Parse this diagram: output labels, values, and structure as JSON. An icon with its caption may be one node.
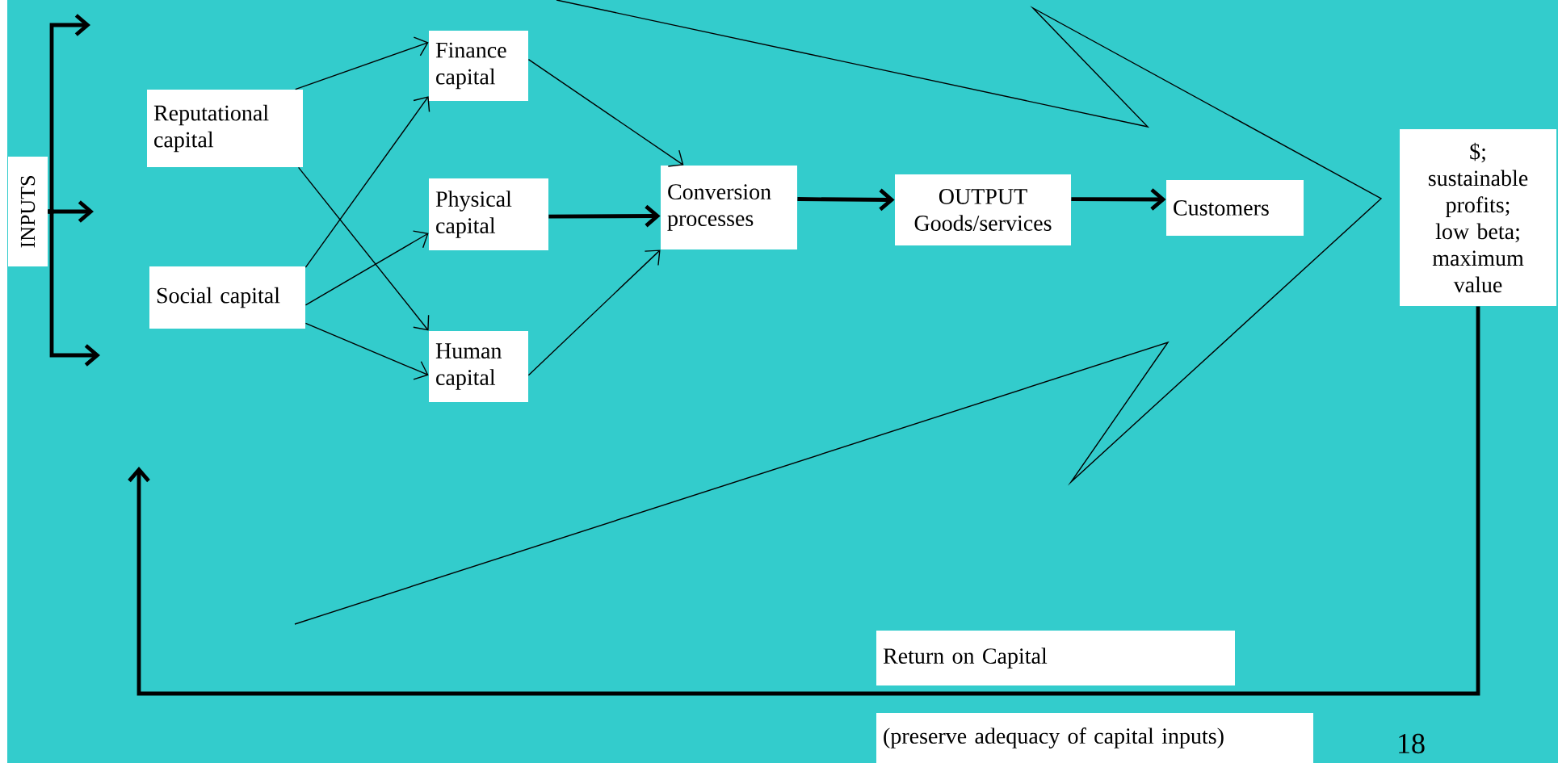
{
  "diagram": {
    "nodes": [
      {
        "text": [
          "INPUTS"
        ]
      },
      {
        "text": [
          "Reputational capital"
        ]
      },
      {
        "text": [
          "Social capital"
        ]
      },
      {
        "text": [
          "Finance capital"
        ]
      },
      {
        "text": [
          "Physical capital"
        ]
      },
      {
        "text": [
          "Human capital"
        ]
      },
      {
        "text": [
          "Conversion processes"
        ]
      },
      {
        "text": [
          "OUTPUT Goods/services"
        ]
      },
      {
        "text": [
          "Customers"
        ]
      },
      {
        "text": [
          "$; sustainable profits; low beta; maximum value"
        ]
      },
      {
        "text": [
          "Return on Capital"
        ]
      },
      {
        "text": [
          "(preserve adequacy of capital inputs)"
        ]
      }
    ],
    "edges": [
      {
        "from": 1,
        "to": 3,
        "arrow": "to"
      },
      {
        "from": 1,
        "to": 5,
        "arrow": "to"
      },
      {
        "from": 2,
        "to": 3,
        "arrow": "to"
      },
      {
        "from": 2,
        "to": 4,
        "arrow": "to"
      },
      {
        "from": 2,
        "to": 5,
        "arrow": "to"
      },
      {
        "from": 3,
        "to": 6,
        "arrow": "to"
      },
      {
        "from": 4,
        "to": 6,
        "arrow": "to",
        "style": "thick"
      },
      {
        "from": 5,
        "to": 6,
        "arrow": "to"
      },
      {
        "from": 6,
        "to": 7,
        "arrow": "to",
        "style": "thick"
      },
      {
        "from": 7,
        "to": 8,
        "arrow": "to",
        "style": "thick"
      },
      {
        "from": 0,
        "to": null,
        "arrow": "to",
        "style": "thick"
      },
      {
        "from": 0,
        "to": null,
        "arrow": "to",
        "style": "thick"
      },
      {
        "from": 0,
        "to": null,
        "arrow": "to",
        "style": "thick"
      },
      {
        "from": 9,
        "to": null,
        "arrow": "to",
        "style": "thick"
      }
    ],
    "labels": [
      "18"
    ]
  }
}
